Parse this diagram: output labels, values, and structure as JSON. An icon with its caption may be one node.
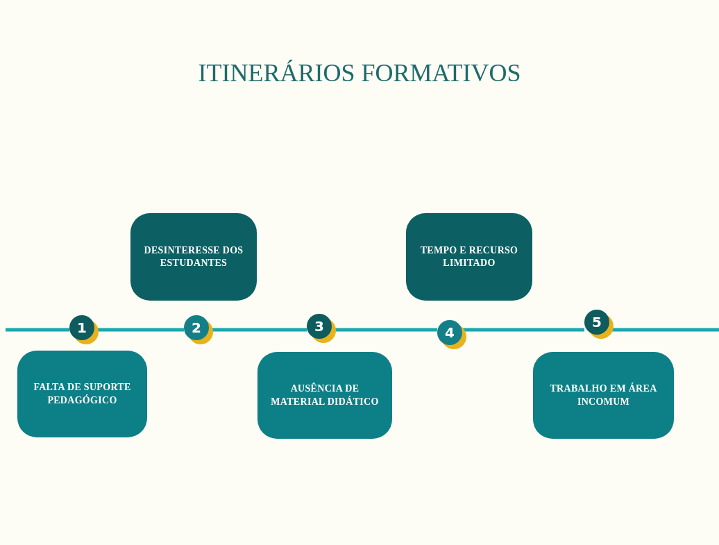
{
  "diagram": {
    "title": "ITINERÁRIOS FORMATIVOS",
    "nodes": [
      {
        "text": [
          "1"
        ]
      },
      {
        "text": [
          "FALTA DE SUPORTE PEDAGÓGICO"
        ]
      },
      {
        "text": [
          "2"
        ]
      },
      {
        "text": [
          "DESINTERESSE DOS ESTUDANTES"
        ]
      },
      {
        "text": [
          "3"
        ]
      },
      {
        "text": [
          "AUSÊNCIA DE MATERIAL DIDÁTICO"
        ]
      },
      {
        "text": [
          "4"
        ]
      },
      {
        "text": [
          "TEMPO E RECURSO LIMITADO"
        ]
      },
      {
        "text": [
          "5"
        ]
      },
      {
        "text": [
          "TRABALHO EM ÁREA INCOMUM"
        ]
      }
    ],
    "edges": [
      {
        "from": 0,
        "to": 2,
        "arrow": "none"
      },
      {
        "from": 2,
        "to": 4,
        "arrow": "none"
      },
      {
        "from": 4,
        "to": 6,
        "arrow": "none"
      },
      {
        "from": 6,
        "to": 8,
        "arrow": "none"
      }
    ]
  }
}
